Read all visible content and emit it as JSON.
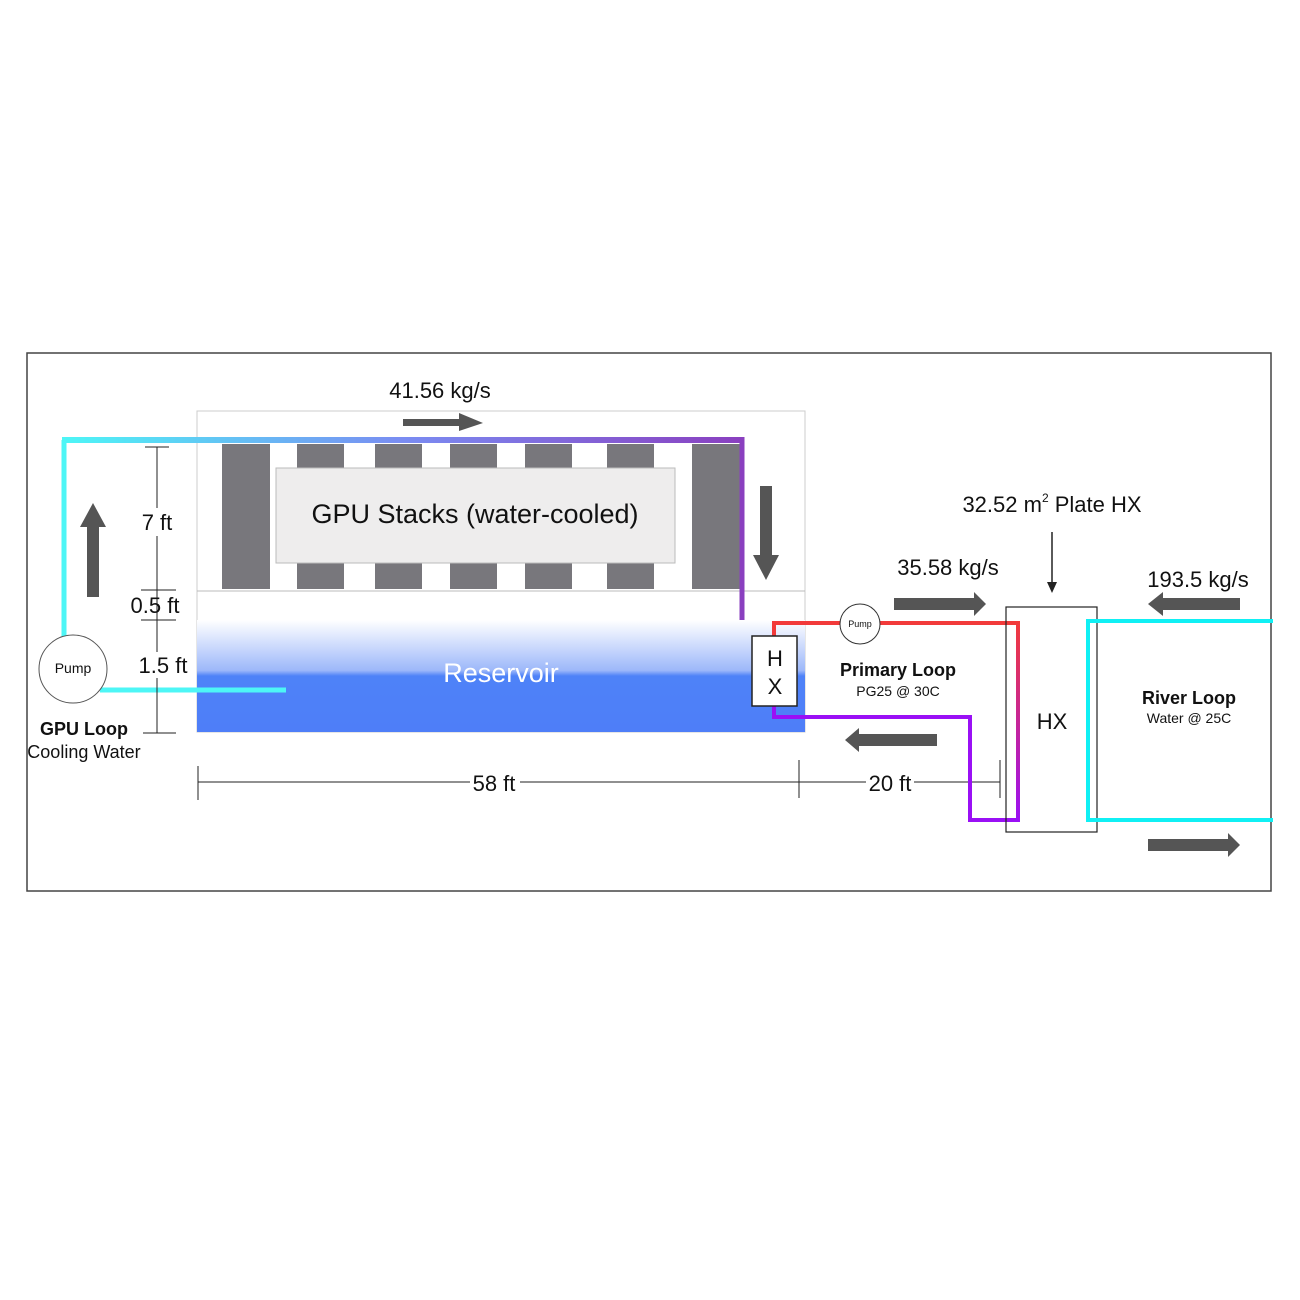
{
  "colors": {
    "gpu_loop_cold": "#4df6f6",
    "gpu_loop_hot": "#8a3fbf",
    "primary_hot": "#f23a3a",
    "primary_cold": "#9a10f5",
    "river": "#10f0f4",
    "reservoir": "#4e82f8",
    "stack": "#78777c",
    "arrow": "#555555"
  },
  "gpu": {
    "flow_rate": "41.56 kg/s",
    "stacks_label": "GPU Stacks (water-cooled)",
    "reservoir_label": "Reservoir",
    "pump_label": "Pump",
    "loop_title": "GPU Loop",
    "loop_subtitle": "Cooling Water",
    "dim_stack_height": "7 ft",
    "dim_gap": "0.5 ft",
    "dim_reservoir_depth": "1.5 ft",
    "dim_length": "58 ft"
  },
  "primary": {
    "hx_small_h": "H",
    "hx_small_x": "X",
    "pump_label": "Pump",
    "flow_rate": "35.58 kg/s",
    "loop_title": "Primary Loop",
    "loop_subtitle": "PG25 @ 30C",
    "dim_distance": "20 ft"
  },
  "plate_hx": {
    "area_value": "32.52 m",
    "area_exp": "2",
    "area_suffix": " Plate HX",
    "label": "HX"
  },
  "river": {
    "flow_rate": "193.5 kg/s",
    "loop_title": "River Loop",
    "loop_subtitle": "Water @ 25C"
  }
}
